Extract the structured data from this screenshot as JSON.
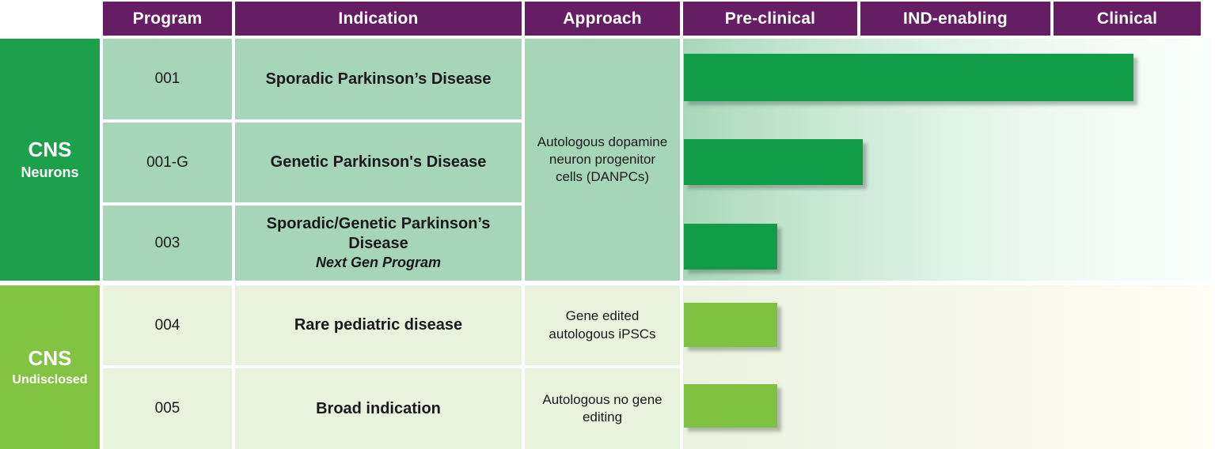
{
  "table": {
    "columns": [
      "Program",
      "Indication",
      "Approach"
    ],
    "stages": [
      "Pre-clinical",
      "IND-enabling",
      "Clinical"
    ]
  },
  "colors": {
    "header_bg": "#651E63",
    "side_dark": "#1CA04B",
    "side_light": "#82C341",
    "cell_green": "#A6D6B7",
    "cell_light": "#E9F2DD",
    "bar_dark": "#119C47",
    "bar_light": "#7FC242"
  },
  "sections": [
    {
      "label": "CNS",
      "sublabel": "Neurons",
      "approach": "Autologous dopamine neuron progenitor cells (DANPCs)",
      "rows": [
        {
          "program": "001",
          "indication": "Sporadic Parkinson’s Disease",
          "note": ""
        },
        {
          "program": "001-G",
          "indication": "Genetic Parkinson's Disease",
          "note": ""
        },
        {
          "program": "003",
          "indication": "Sporadic/Genetic Parkinson’s Disease",
          "note": "Next Gen Program"
        }
      ]
    },
    {
      "label": "CNS",
      "sublabel": "Undisclosed",
      "rows": [
        {
          "program": "004",
          "indication": "Rare pediatric disease",
          "approach": "Gene edited autologous iPSCs"
        },
        {
          "program": "005",
          "indication": "Broad indication",
          "approach": "Autologous no gene editing"
        }
      ]
    }
  ],
  "chart_data": {
    "type": "bar",
    "orientation": "horizontal",
    "x_axis_stages": [
      "Pre-clinical",
      "IND-enabling",
      "Clinical"
    ],
    "axis_note": "bar fraction is of full stage-area width spanning Pre-clinical through Clinical",
    "bars": [
      {
        "program": "001",
        "reaches": "Clinical",
        "fraction": 0.85,
        "color": "#119C47"
      },
      {
        "program": "001-G",
        "reaches": "IND-enabling",
        "fraction": 0.338,
        "color": "#119C47"
      },
      {
        "program": "003",
        "reaches": "Pre-clinical",
        "fraction": 0.177,
        "color": "#119C47"
      },
      {
        "program": "004",
        "reaches": "Pre-clinical",
        "fraction": 0.177,
        "color": "#7FC242"
      },
      {
        "program": "005",
        "reaches": "Pre-clinical",
        "fraction": 0.177,
        "color": "#7FC242"
      }
    ]
  }
}
